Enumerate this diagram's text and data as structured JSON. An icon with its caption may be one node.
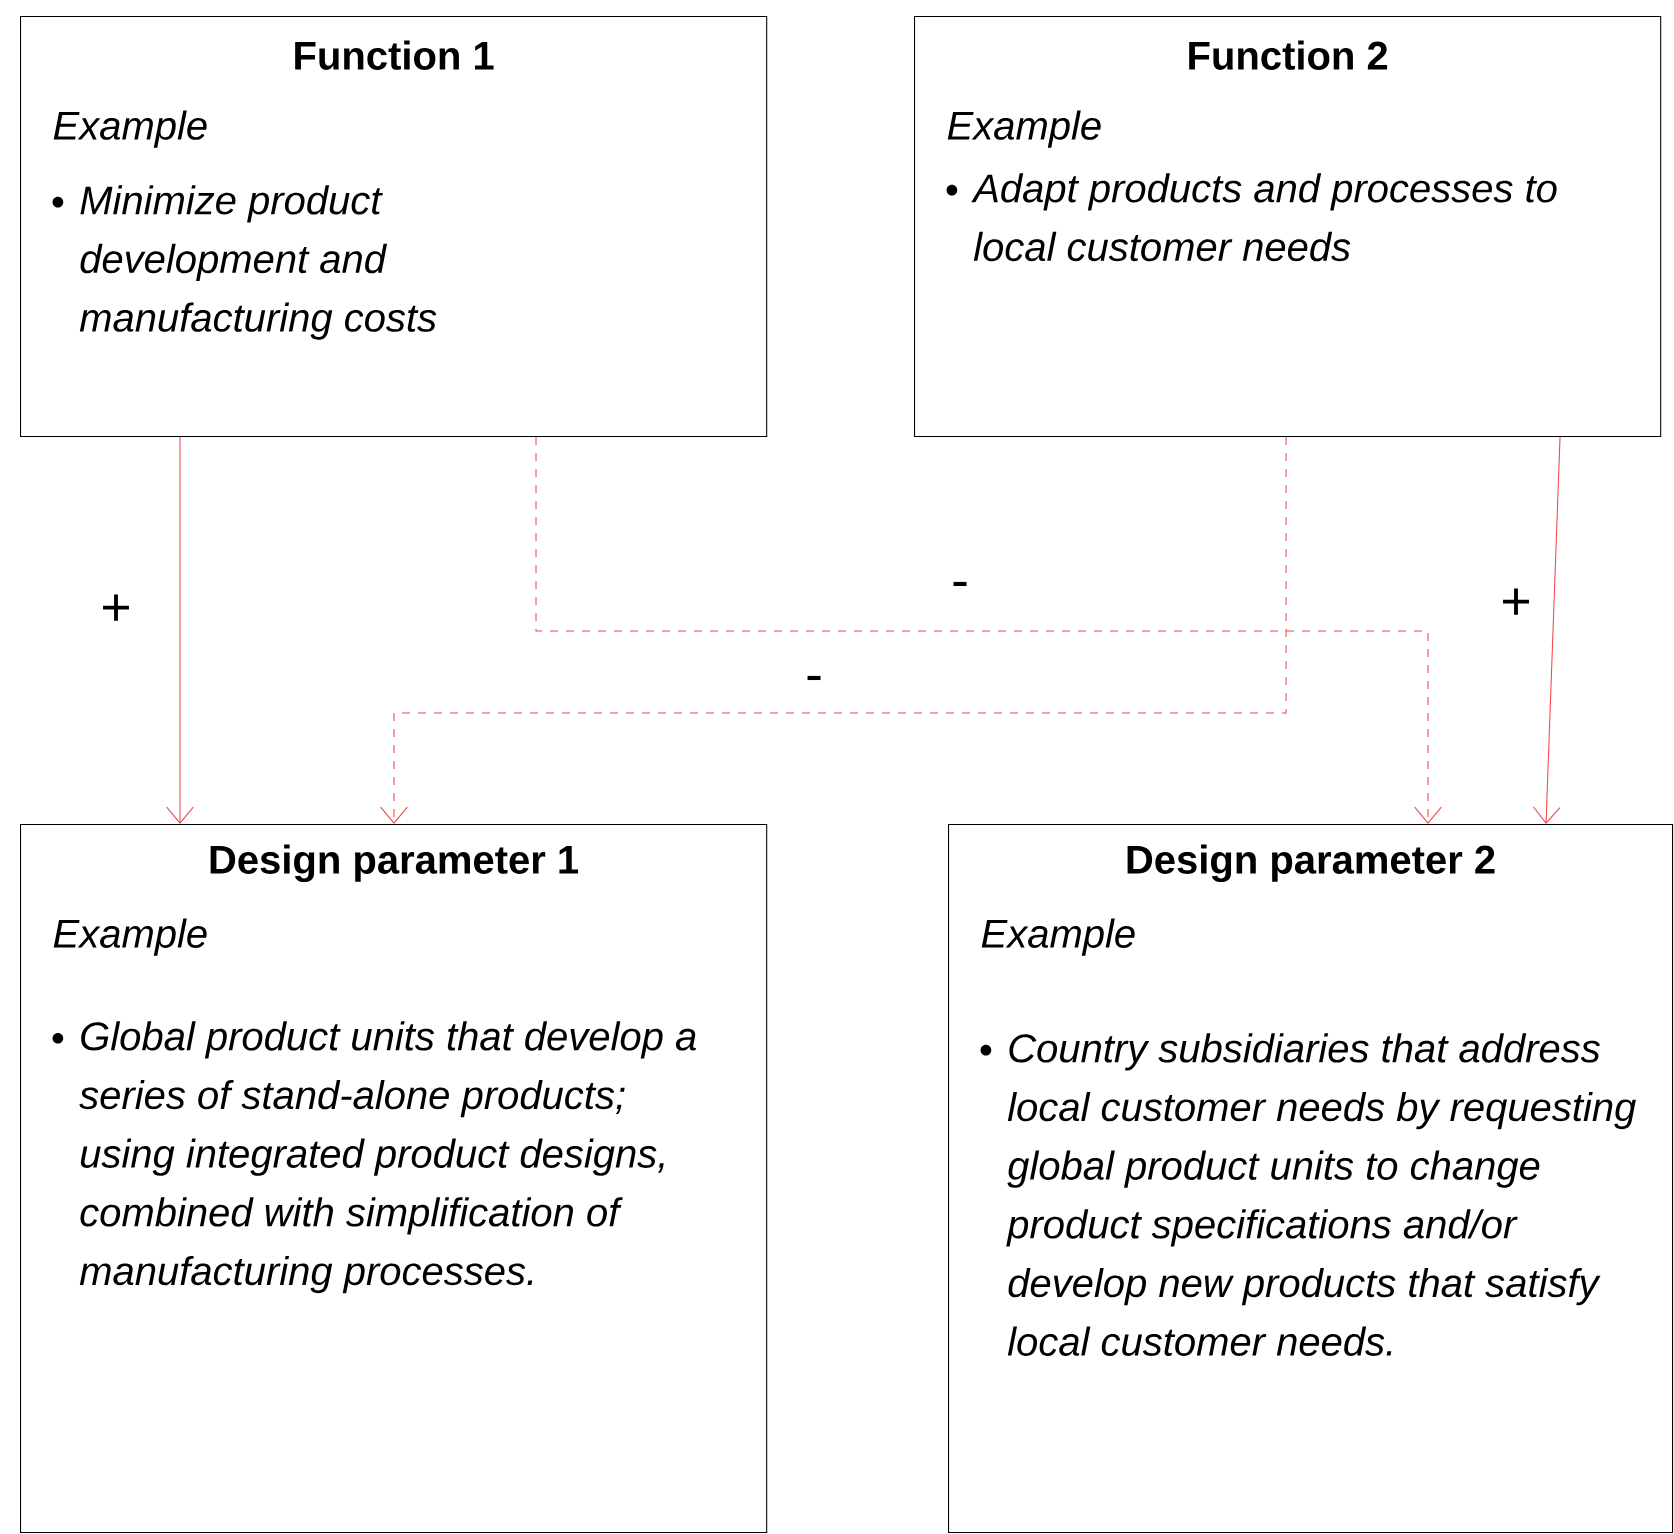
{
  "diagram": {
    "nodes": [
      {
        "text": [
          "Function 1",
          "Example",
          "Minimize product development and manufacturing costs"
        ]
      },
      {
        "text": [
          "Function 2",
          "Example",
          "Adapt products and processes to local customer needs"
        ]
      },
      {
        "text": [
          "Design parameter 1",
          "Example",
          "Global product units that develop a series of stand-alone products; using integrated product designs, combined with simplification of manufacturing processes."
        ]
      },
      {
        "text": [
          "Design parameter 2",
          "Example",
          "Country subsidiaries that address local customer needs by requesting global product units to change product specifications and/or develop new products that satisfy local customer needs."
        ]
      }
    ],
    "edges": [
      {
        "from": 0,
        "to": 2,
        "arrow": "to",
        "label": "+"
      },
      {
        "from": 0,
        "to": 3,
        "arrow": "to",
        "label": "-",
        "style": "dashed"
      },
      {
        "from": 1,
        "to": 2,
        "arrow": "to",
        "label": "-",
        "style": "dashed"
      },
      {
        "from": 1,
        "to": 3,
        "arrow": "to",
        "label": "+"
      }
    ]
  }
}
